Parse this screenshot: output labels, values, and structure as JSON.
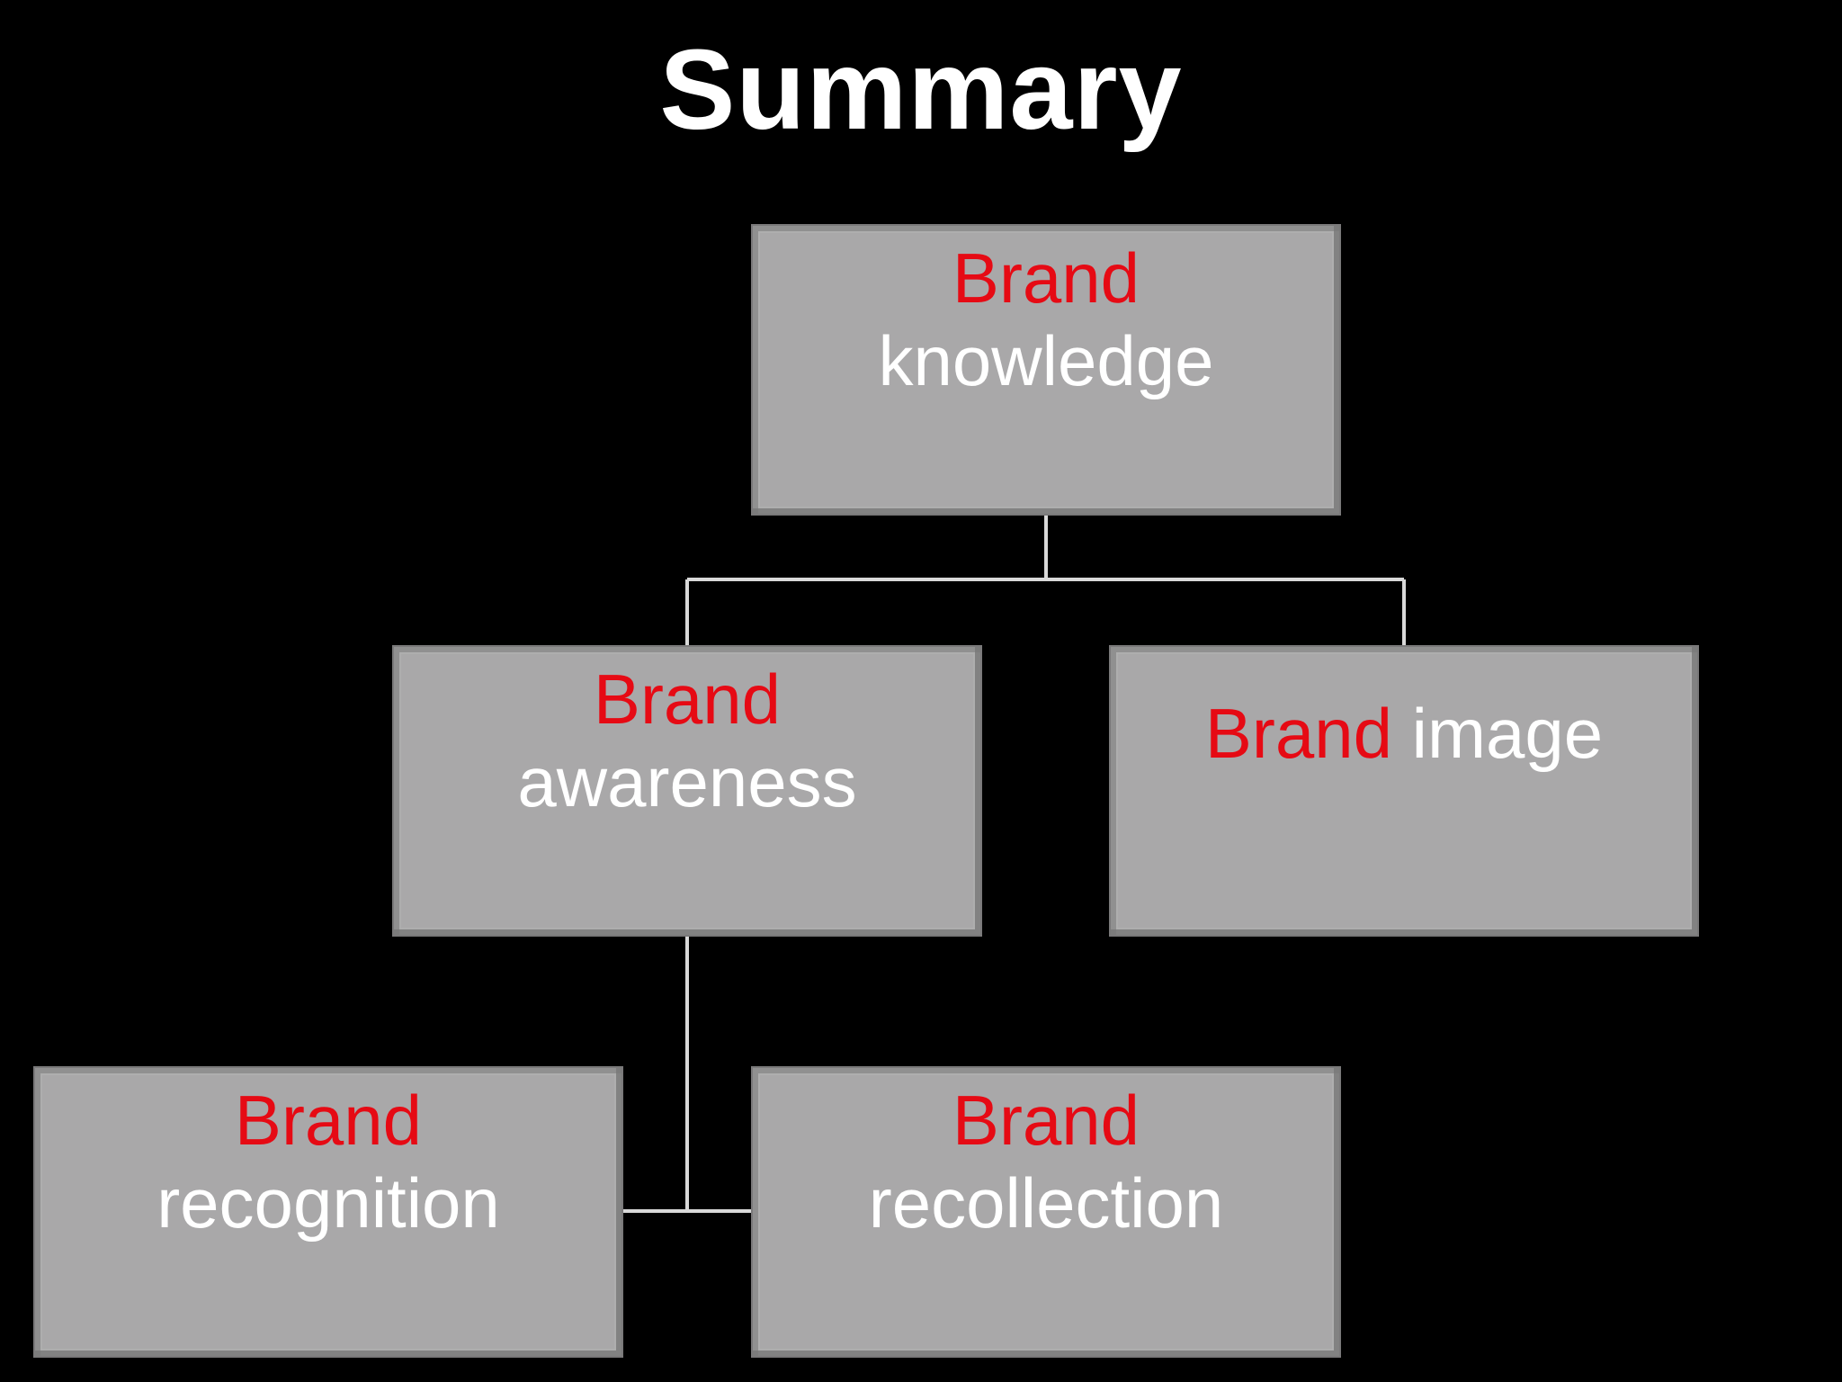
{
  "title": "Summary",
  "colors": {
    "background": "#000000",
    "box_fill": "#a9a8a9",
    "accent_text": "#e60a14",
    "body_text": "#ffffff",
    "connector": "#d9d9d9"
  },
  "nodes": {
    "knowledge": {
      "accent": "Brand",
      "rest": "knowledge"
    },
    "awareness": {
      "accent": "Brand",
      "rest": "awareness"
    },
    "image": {
      "accent": "Brand",
      "rest": "image"
    },
    "recognition": {
      "accent": "Brand",
      "rest": "recognition"
    },
    "recollection": {
      "accent": "Brand",
      "rest": "recollection"
    }
  },
  "edges": [
    {
      "from": "knowledge",
      "to": "awareness"
    },
    {
      "from": "knowledge",
      "to": "image"
    },
    {
      "from": "awareness",
      "to": "recognition"
    },
    {
      "from": "awareness",
      "to": "recollection"
    }
  ]
}
